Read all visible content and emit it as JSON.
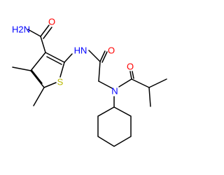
{
  "molecule": {
    "atoms": {
      "amide_nh2": {
        "text": "H2N",
        "color": "#0000ff"
      },
      "amide_o": {
        "text": "O",
        "color": "#ff0000"
      },
      "thiophene_s": {
        "text": "S",
        "color": "#b8b800"
      },
      "amine_nh": {
        "text": "HN",
        "color": "#0000ff"
      },
      "acetyl_o": {
        "text": "O",
        "color": "#ff0000"
      },
      "acyl_o": {
        "text": "O",
        "color": "#ff0000"
      },
      "tertiary_n": {
        "text": "N",
        "color": "#0000ff"
      }
    },
    "bond_color": "#000000"
  }
}
